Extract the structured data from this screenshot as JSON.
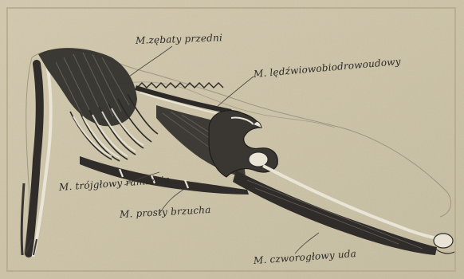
{
  "figure": {
    "labels": {
      "serratus": "M.zębaty przedni",
      "iliopsoas": "M. lędźwiowobiodrowoudowy",
      "triceps": "M. trójgłowy ramienia",
      "rectus_abdominis": "M. prosty brzucha",
      "quadriceps": "M. czworogłowy uda"
    }
  },
  "colors": {
    "paper": "#cfc5a8",
    "ink": "#2b2a26",
    "muscle": "#2f2c29",
    "bone": "#e9e4d6"
  }
}
